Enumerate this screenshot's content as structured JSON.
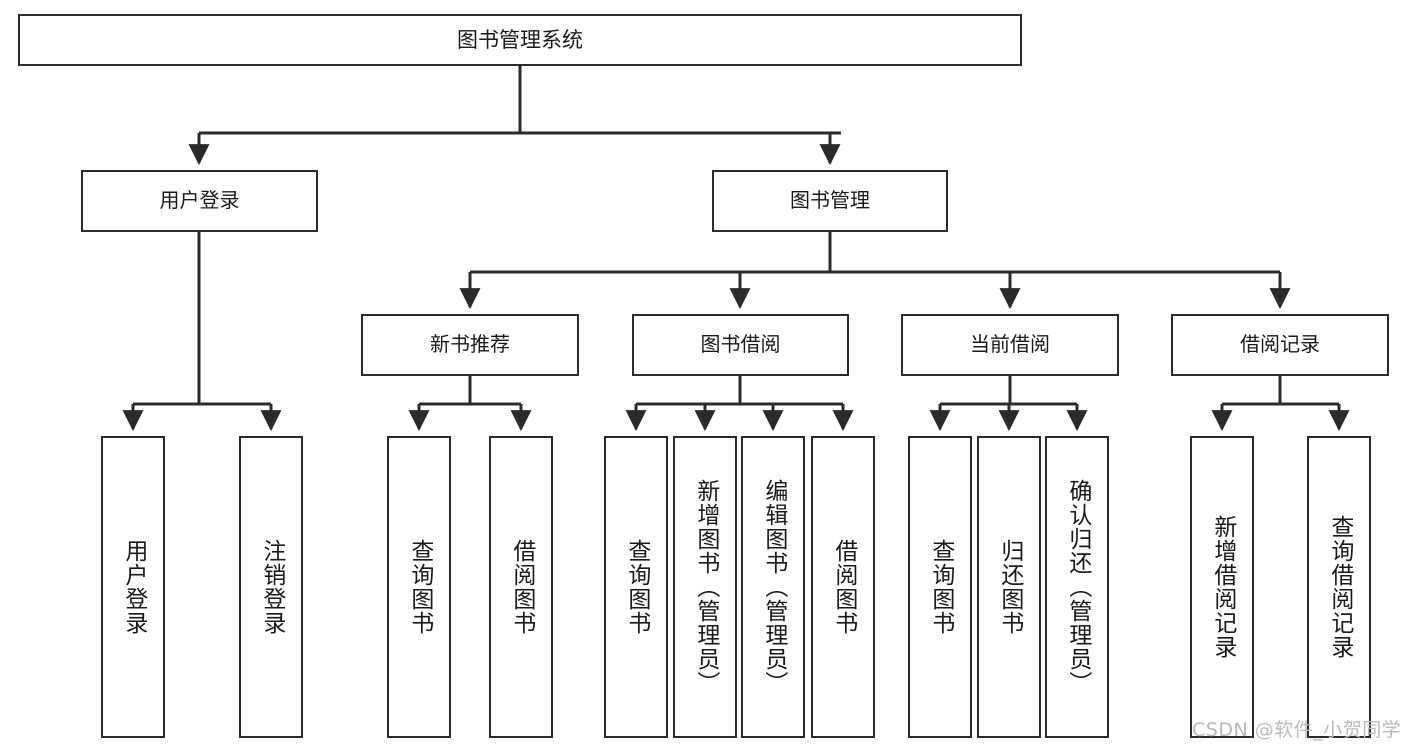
{
  "diagram": {
    "title": "图书管理系统",
    "type": "tree",
    "colors": {
      "box_border": "#2b2b2b",
      "box_fill": "#ffffff",
      "edge": "#2b2b2b",
      "text": "#1a1a1a",
      "watermark": "#b9b9b9"
    },
    "nodes": {
      "root": {
        "label": "图书管理系统"
      },
      "level2": [
        {
          "id": "user-login",
          "label": "用户登录"
        },
        {
          "id": "book-management",
          "label": "图书管理"
        }
      ],
      "level3": [
        {
          "id": "new-book-recommend",
          "label": "新书推荐"
        },
        {
          "id": "book-borrow",
          "label": "图书借阅"
        },
        {
          "id": "current-borrow",
          "label": "当前借阅"
        },
        {
          "id": "borrow-record",
          "label": "借阅记录"
        }
      ],
      "leaves": [
        {
          "id": "leaf-user-login",
          "label": "用户登录"
        },
        {
          "id": "leaf-logout-login",
          "label": "注销登录"
        },
        {
          "id": "leaf-query-book-1",
          "label": "查询图书"
        },
        {
          "id": "leaf-borrow-book-1",
          "label": "借阅图书"
        },
        {
          "id": "leaf-query-book-2",
          "label": "查询图书"
        },
        {
          "id": "leaf-add-book-admin",
          "label": "新增图书（管理员）"
        },
        {
          "id": "leaf-edit-book-admin",
          "label": "编辑图书（管理员）"
        },
        {
          "id": "leaf-borrow-book-2",
          "label": "借阅图书"
        },
        {
          "id": "leaf-query-book-3",
          "label": "查询图书"
        },
        {
          "id": "leaf-return-book",
          "label": "归还图书"
        },
        {
          "id": "leaf-confirm-return-admin",
          "label": "确认归还（管理员）"
        },
        {
          "id": "leaf-add-borrow-record",
          "label": "新增借阅记录"
        },
        {
          "id": "leaf-query-borrow-record",
          "label": "查询借阅记录"
        }
      ]
    },
    "watermark": "CSDN @软件_小贺同学"
  }
}
